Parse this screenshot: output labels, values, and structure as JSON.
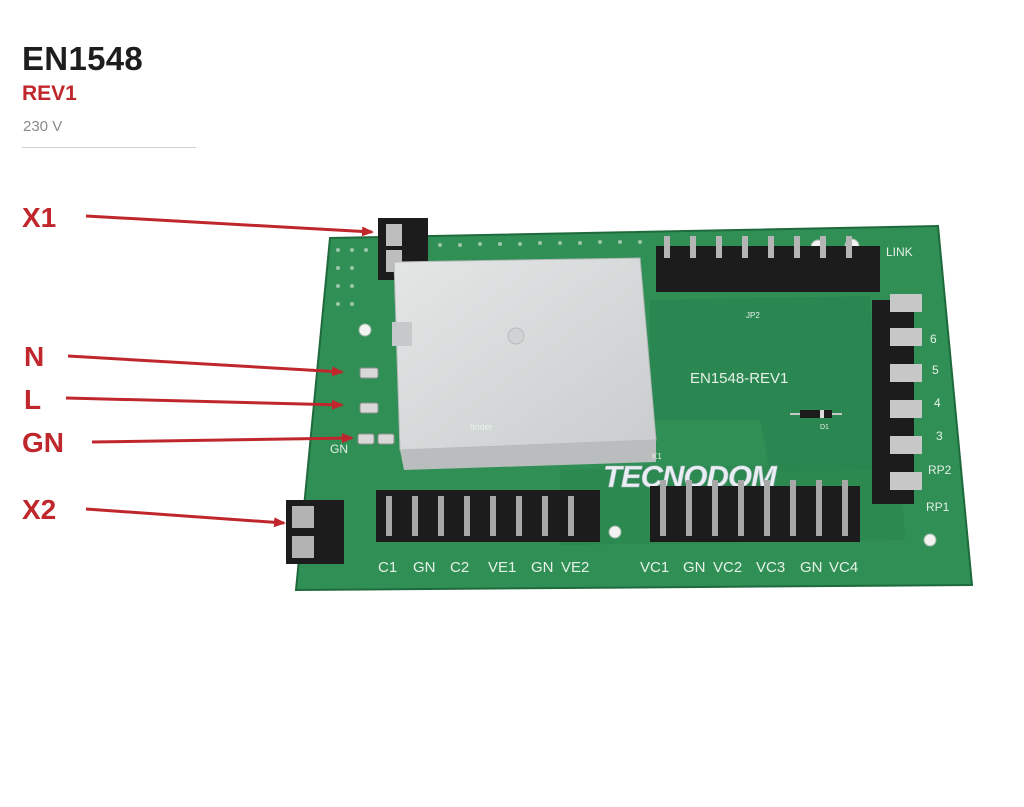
{
  "header": {
    "model": "EN1548",
    "revision": "REV1",
    "voltage": "230 V"
  },
  "callouts": [
    {
      "label": "X1"
    },
    {
      "label": "N"
    },
    {
      "label": "L"
    },
    {
      "label": "GN"
    },
    {
      "label": "X2"
    }
  ],
  "board": {
    "pcb_label": "EN1548-REV1",
    "brand": "TECNODOM",
    "link_label": "LINK",
    "jp2_label": "JP2",
    "k1_label": "K1",
    "d1_label": "D1",
    "gn_left_label": "GN",
    "relay_brand": "finder",
    "bottom_left_labels": [
      "C1",
      "GN",
      "C2",
      "VE1",
      "GN",
      "VE2"
    ],
    "bottom_right_labels": [
      "VC1",
      "GN",
      "VC2",
      "VC3",
      "GN",
      "VC4"
    ],
    "right_labels": [
      "6",
      "5",
      "4",
      "3",
      "RP2",
      "RP1"
    ]
  },
  "colors": {
    "pcb_green": "#2f8f55",
    "pcb_green_dark": "#236f40",
    "arrow_red": "#c0272d",
    "connector_black": "#1c1c1c",
    "relay_white": "#d9dcdc"
  }
}
